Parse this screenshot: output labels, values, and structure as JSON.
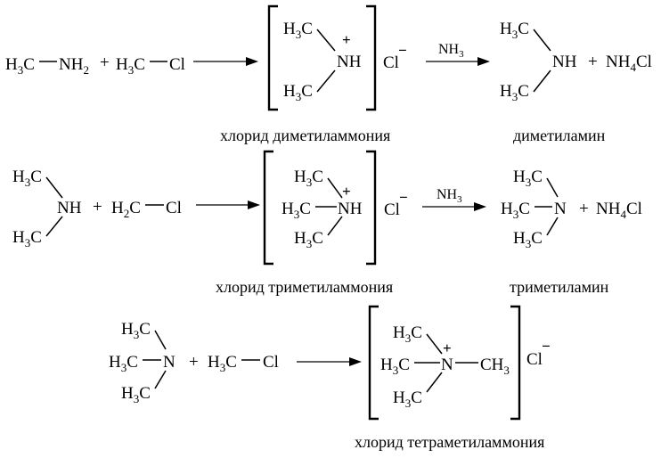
{
  "species": {
    "h3c": "H",
    "h3c_sub": "3",
    "h2c": "H",
    "h2c_sub": "2",
    "c": "C",
    "n": "N",
    "nh": "NH",
    "nh2": "NH",
    "nh2_sub": "2",
    "cl": "Cl",
    "ch3": "CH",
    "ch3_sub": "3",
    "plus": "+",
    "nh4cl_a": "NH",
    "nh4cl_sub": "4",
    "nh4cl_b": "Cl",
    "chloride": "Cl",
    "minus": "−",
    "reagent": "NH",
    "reagent_sub": "3"
  },
  "names": {
    "dimethylammonium_chloride": "хлорид диметиламмония",
    "dimethylamine": "диметиламин",
    "trimethylammonium_chloride": "хлорид триметиламмония",
    "trimethylamine": "триметиламин",
    "tetramethylammonium_chloride": "хлорид тетраметиламмония"
  }
}
